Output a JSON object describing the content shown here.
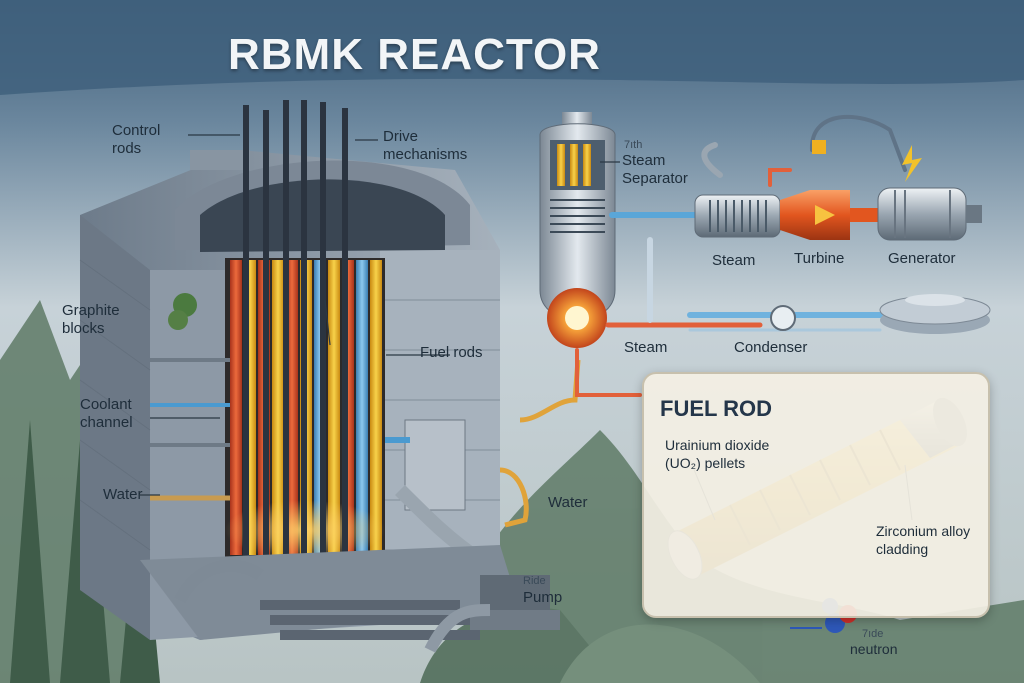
{
  "title": "RBMK REACTOR",
  "labels": {
    "control_rods": "Control rods",
    "drive_mechanisms": "Drive mechanisms",
    "graphite_blocks": "Graphite blocks",
    "coolant_channel": "Coolant channel",
    "water_left": "Water",
    "fuel_rods": "Fuel rods",
    "steam_separator": "Steam Separator",
    "steam_separator_tag": "7ıth",
    "steam_top": "Steam",
    "turbine": "Turbine",
    "generator": "Generator",
    "steam_bottom": "Steam",
    "condenser": "Condenser",
    "water_right": "Water",
    "pump": "Pump",
    "pump_tag": "Ride",
    "neutron": "neutron",
    "neutron_tag": "7ıde"
  },
  "fuel_rod_panel": {
    "title": "FUEL ROD",
    "pellets": "Urainium dioxide (UO₂) pellets",
    "cladding": "Zirconium alloy cladding"
  },
  "colors": {
    "title_text": "#f2f5f7",
    "header_band": "#4d6b86",
    "fuel_rod_yellow": "#f2c230",
    "fuel_rod_red": "#d94a2a",
    "coolant_blue": "#5aa6d8",
    "steam_line": "#e2603a",
    "water_line": "#e0a33a",
    "concrete": "#8c99a6",
    "forest": "#5e7a66"
  }
}
